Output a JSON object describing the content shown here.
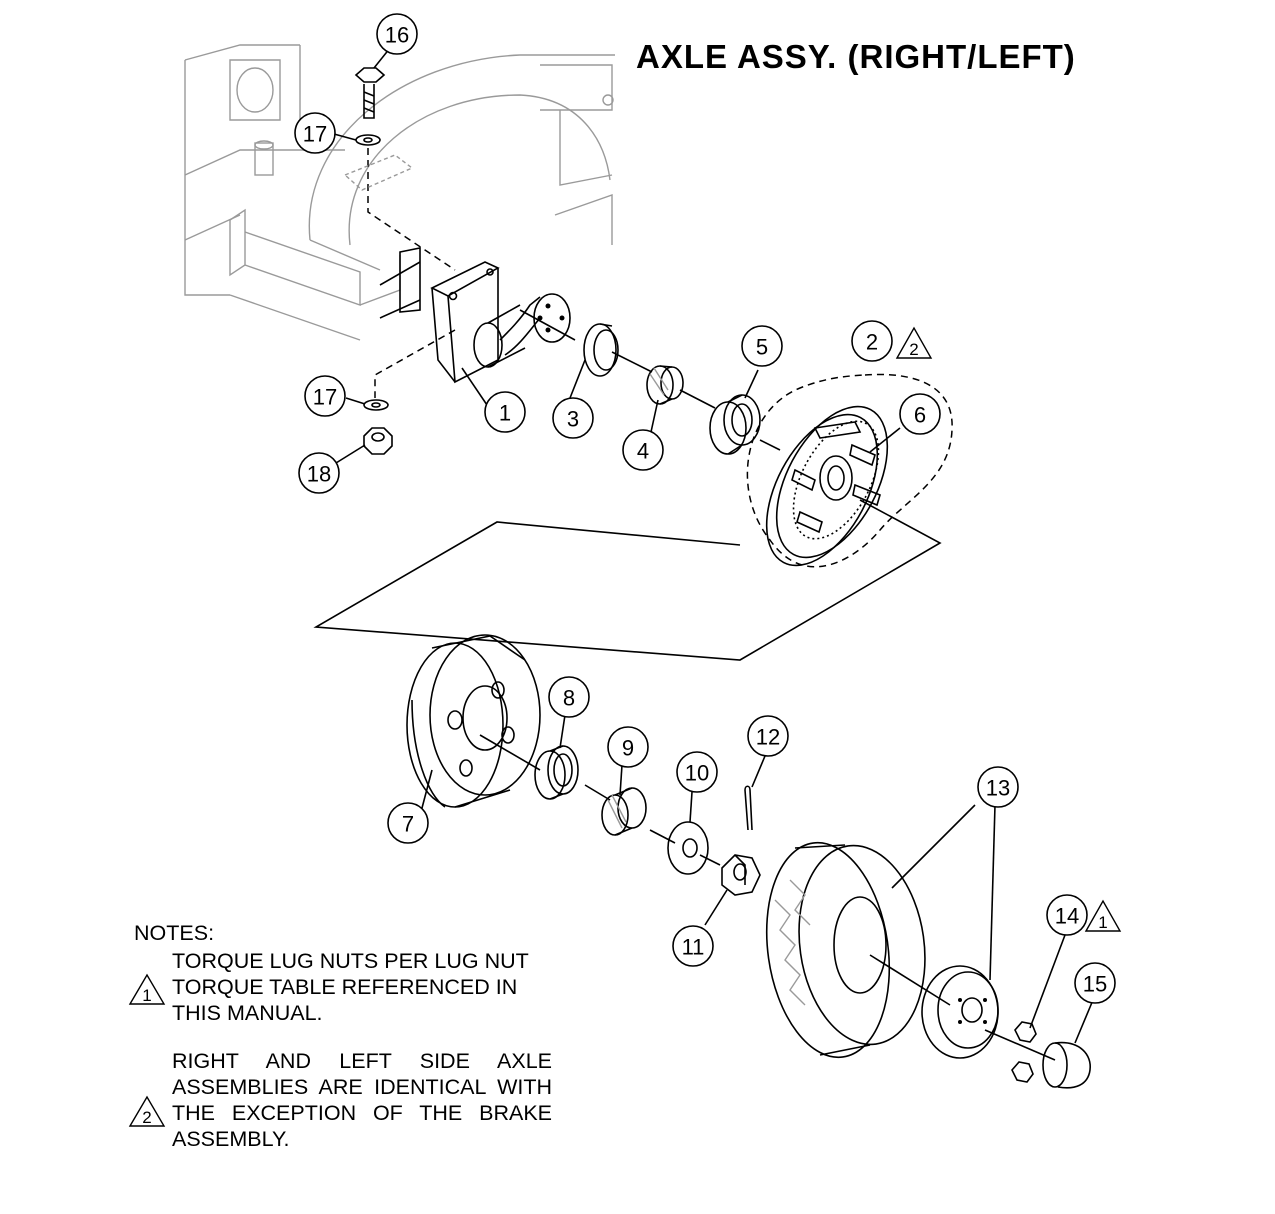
{
  "title": "AXLE ASSY. (RIGHT/LEFT)",
  "callouts": [
    {
      "n": "1"
    },
    {
      "n": "2"
    },
    {
      "n": "3"
    },
    {
      "n": "4"
    },
    {
      "n": "5"
    },
    {
      "n": "6"
    },
    {
      "n": "7"
    },
    {
      "n": "8"
    },
    {
      "n": "9"
    },
    {
      "n": "10"
    },
    {
      "n": "11"
    },
    {
      "n": "12"
    },
    {
      "n": "13"
    },
    {
      "n": "14"
    },
    {
      "n": "15"
    },
    {
      "n": "16"
    },
    {
      "n": "17"
    },
    {
      "n": "17"
    },
    {
      "n": "18"
    }
  ],
  "warning_marks": [
    {
      "n": "2"
    },
    {
      "n": "1"
    }
  ],
  "notes": {
    "header": "NOTES:",
    "items": [
      {
        "mark": "1",
        "text": "TORQUE LUG NUTS PER LUG NUT\nTORQUE TABLE REFERENCED IN\nTHIS MANUAL."
      },
      {
        "mark": "2",
        "text": "RIGHT AND LEFT SIDE AXLE ASSEMBLIES ARE IDENTICAL WITH THE EXCEPTION OF THE BRAKE ASSEMBLY."
      }
    ]
  }
}
